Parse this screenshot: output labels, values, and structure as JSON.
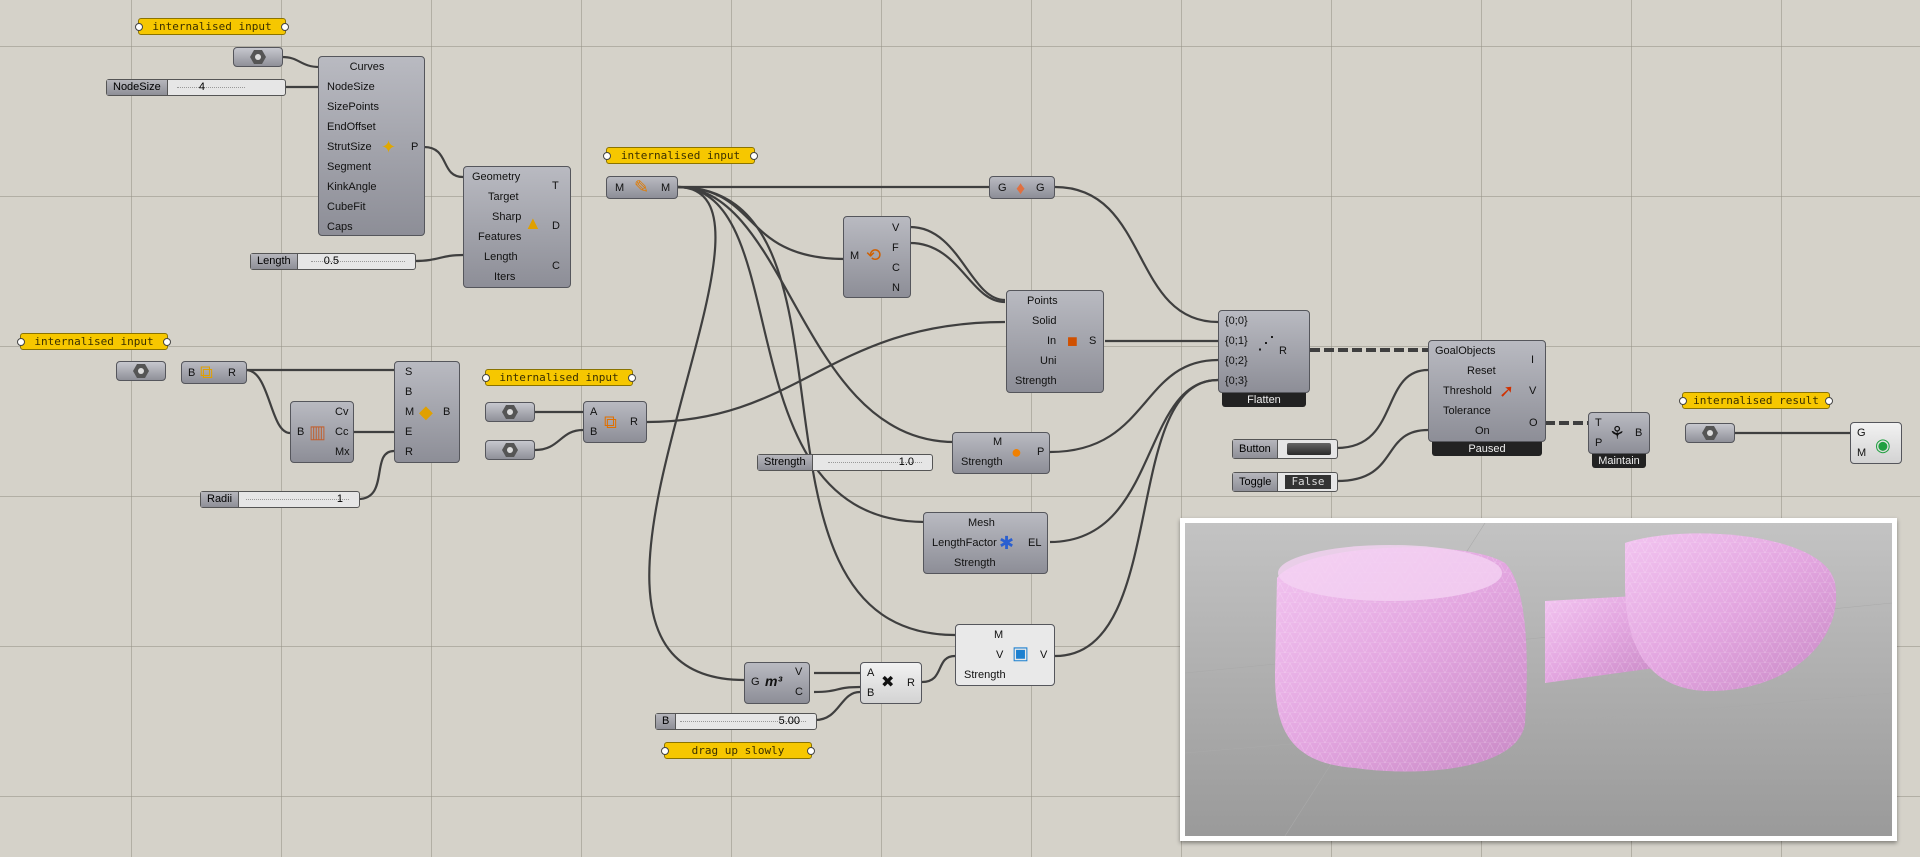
{
  "panels": {
    "internalised_input_1": "internalised input",
    "internalised_input_2": "internalised input",
    "internalised_input_3": "internalised input",
    "internalised_input_4": "internalised input",
    "internalised_result": "internalised result",
    "drag_up_slowly": "drag up slowly"
  },
  "components": {
    "exoskeleton": {
      "inputs": [
        "Curves",
        "NodeSize",
        "SizePoints",
        "EndOffset",
        "StrutSize",
        "Segment",
        "KinkAngle",
        "CubeFit",
        "Caps"
      ],
      "output": "P"
    },
    "remesher": {
      "inputs": [
        "Geometry",
        "Target",
        "Sharp",
        "Features",
        "Length",
        "Iters"
      ],
      "outputs": [
        "T",
        "D",
        "C"
      ]
    },
    "mesh_input": {
      "in": "M",
      "out": "M"
    },
    "deconstruct_mesh": {
      "in": "M",
      "outputs": [
        "V",
        "F",
        "C",
        "N"
      ]
    },
    "on_mesh": {
      "in": "G",
      "out": "G"
    },
    "solid_point": {
      "inputs": [
        "Points",
        "Solid",
        "In",
        "Uni",
        "Strength"
      ],
      "output": "S"
    },
    "smooth": {
      "inputs": [
        "M",
        "Strength"
      ],
      "output": "P"
    },
    "edge_lengths": {
      "inputs": [
        "Mesh",
        "LengthFactor",
        "Strength"
      ],
      "output": "EL"
    },
    "volume_goal": {
      "inputs": [
        "M",
        "V",
        "Strength"
      ],
      "output": "V"
    },
    "area": {
      "in": "G",
      "outputs": [
        "V",
        "C"
      ]
    },
    "multiply": {
      "inputs": [
        "A",
        "B"
      ],
      "output": "R"
    },
    "entwine": {
      "inputs": [
        "{0;0}",
        "{0;1}",
        "{0;2}",
        "{0;3}"
      ],
      "output": "R",
      "badge": "Flatten"
    },
    "kangaroo_solver": {
      "inputs": [
        "GoalObjects",
        "Reset",
        "Threshold",
        "Tolerance",
        "On"
      ],
      "outputs": [
        "I",
        "V",
        "O"
      ],
      "badge": "Paused"
    },
    "data_dam": {
      "inputs": [
        "T",
        "P"
      ],
      "output": "B",
      "badge": "Maintain"
    },
    "bool_union_left": {
      "inputs": [
        "B"
      ],
      "output": "R"
    },
    "box_rect": {
      "in": "B",
      "outputs": [
        "Cv",
        "Cc",
        "Mx"
      ]
    },
    "cap_shape": {
      "inputs": [
        "S",
        "B",
        "M",
        "E",
        "R"
      ],
      "output": "B"
    },
    "bool_union_right": {
      "inputs": [
        "A",
        "B"
      ],
      "output": "R"
    },
    "preview": {
      "inputs": [
        "G",
        "M"
      ]
    }
  },
  "sliders": {
    "nodesize": {
      "label": "NodeSize",
      "value": "4"
    },
    "length": {
      "label": "Length",
      "value": "0.5"
    },
    "radii": {
      "label": "Radii",
      "value": "1"
    },
    "strength": {
      "label": "Strength",
      "value": "1.0"
    },
    "b": {
      "label": "B",
      "value": "5.00"
    }
  },
  "button": {
    "label": "Button"
  },
  "toggle": {
    "label": "Toggle",
    "value": "False"
  },
  "colors": {
    "canvas": "#d5d2c9",
    "panel": "#f6c700",
    "component": "#a3a4ac",
    "mesh": "#e3a6e0"
  }
}
